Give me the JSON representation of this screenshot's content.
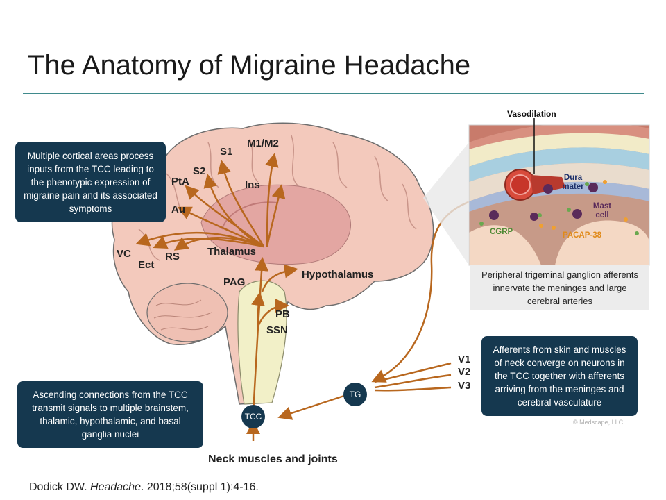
{
  "title": "The Anatomy of Migraine Headache",
  "boxes": {
    "cortical": "Multiple cortical areas process inputs from the TCC leading to the phenotypic expression of migraine pain and its associated symptoms",
    "ascending": "Ascending connections from the TCC transmit signals to multiple brainstem, thalamic, hypothalamic, and basal ganglia nuclei",
    "afferents": "Afferents from skin and muscles of neck converge on neurons in the TCC together with  afferents arriving from the meninges and cerebral vasculature"
  },
  "brain_labels": {
    "s1": "S1",
    "m1m2": "M1/M2",
    "s2": "S2",
    "pta": "PtA",
    "ins": "Ins",
    "au": "Au",
    "vc": "VC",
    "ect": "Ect",
    "rs": "RS",
    "thalamus": "Thalamus",
    "pag": "PAG",
    "hypothalamus": "Hypothalamus",
    "pb": "PB",
    "ssn": "SSN",
    "v1": "V1",
    "v2": "V2",
    "v3": "V3"
  },
  "nodes": {
    "tg": "TG",
    "tcc": "TCC"
  },
  "neck_label": "Neck muscles and joints",
  "inset": {
    "vasodilation": "Vasodilation",
    "dura_mater": "Dura mater",
    "mast_cell": "Mast cell",
    "cgrp": "CGRP",
    "pacap": "PACAP-38",
    "caption": "Peripheral trigeminal ganglion afferents innervate the meninges and large cerebral arteries"
  },
  "credit": "© Medscape, LLC",
  "citation": {
    "prefix": "Dodick DW. ",
    "journal": "Headache",
    "suffix": ". 2018;58(suppl 1):4-16."
  },
  "colors": {
    "navy": "#15384f",
    "arrow": "#b8671e",
    "brain": "#f3c9bc",
    "brain_outline": "#6d6d6d",
    "rule": "#3f8a8c"
  }
}
